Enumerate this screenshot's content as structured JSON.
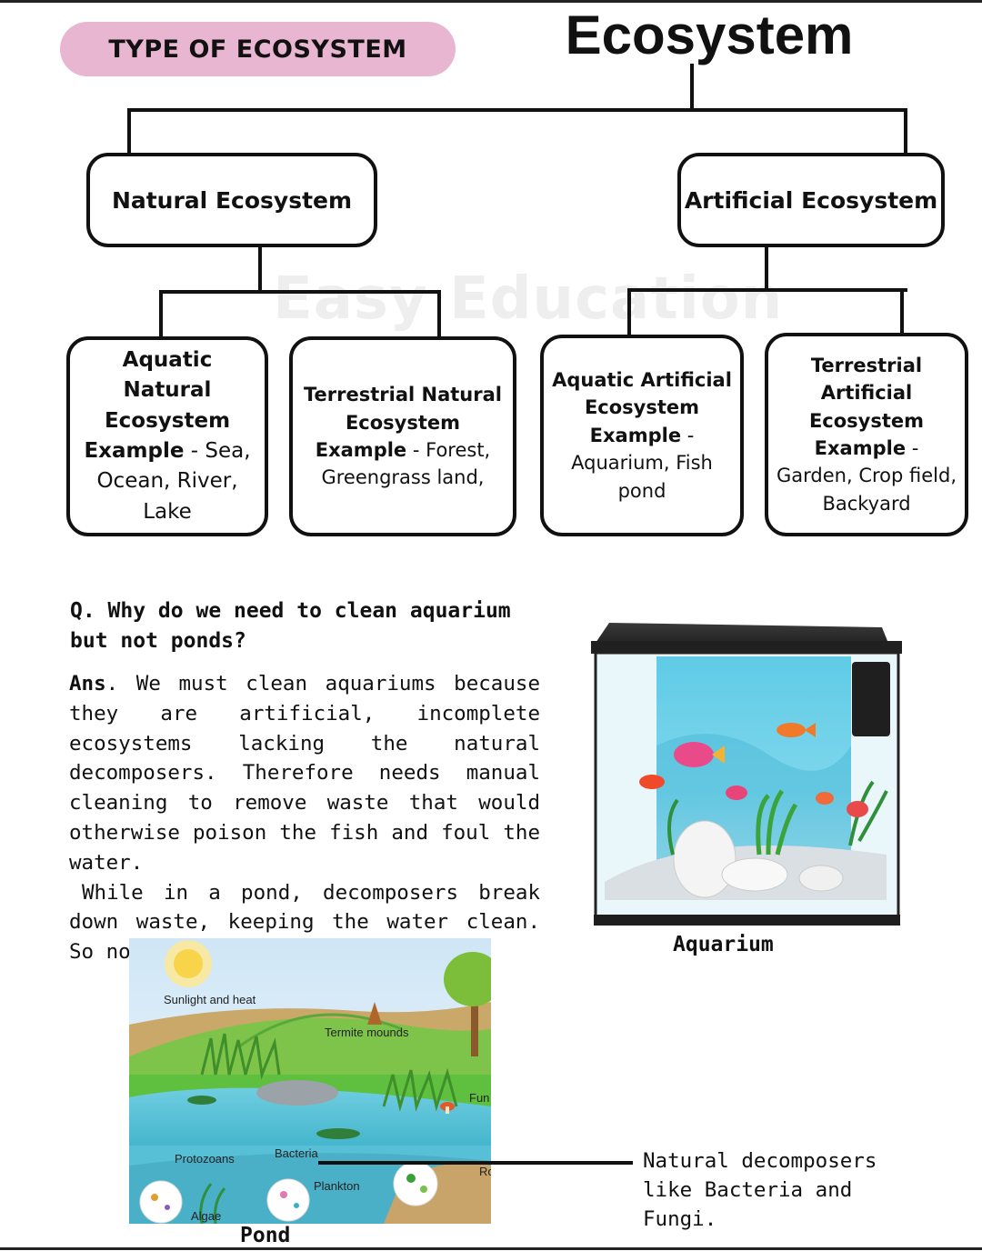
{
  "header": {
    "pill_label": "TYPE OF ECOSYSTEM",
    "title": "Ecosystem",
    "pill_color": "#e9b6d2"
  },
  "tree": {
    "natural": {
      "label": "Natural Ecosystem",
      "children": [
        {
          "title": "Aquatic Natural Ecosystem",
          "example_label": "Example",
          "example_sep": " - ",
          "examples": "Sea, Ocean, River, Lake"
        },
        {
          "title": "Terrestrial Natural Ecosystem",
          "example_label": "Example",
          "example_sep": " - ",
          "examples": "Forest, Greengrass land,"
        }
      ]
    },
    "artificial": {
      "label": "Artificial Ecosystem",
      "children": [
        {
          "title": "Aquatic Artificial Ecosystem",
          "example_label": "Example",
          "example_sep": " - ",
          "examples": "Aquarium, Fish pond"
        },
        {
          "title": "Terrestrial Artificial Ecosystem",
          "example_label": "Example",
          "example_sep": " - ",
          "examples": "Garden, Crop field, Backyard"
        }
      ]
    }
  },
  "watermark": "Easy Education",
  "qa": {
    "question": "Q. Why do we need to clean aquarium but not ponds?",
    "answer_label": "Ans",
    "answer_p1": ". We must clean aquariums because they are artificial, incomplete ecosystems lacking the natural decomposers. Therefore needs manual cleaning to remove waste that would otherwise poison the fish and foul the water.",
    "answer_p2": "While in a pond, decomposers break down waste, keeping the water clean. So no need to clean manually."
  },
  "figures": {
    "aquarium_caption": "Aquarium",
    "pond_caption": "Pond",
    "pond_labels": {
      "sun": "Sunlight and heat",
      "termite": "Termite mounds",
      "fungi": "Fun",
      "protozoans": "Protozoans",
      "bacteria": "Bacteria",
      "plankton": "Plankton",
      "algae": "Algae",
      "ro": "Ro"
    }
  },
  "decomposer_note": "Natural decomposers like Bacteria and Fungi."
}
